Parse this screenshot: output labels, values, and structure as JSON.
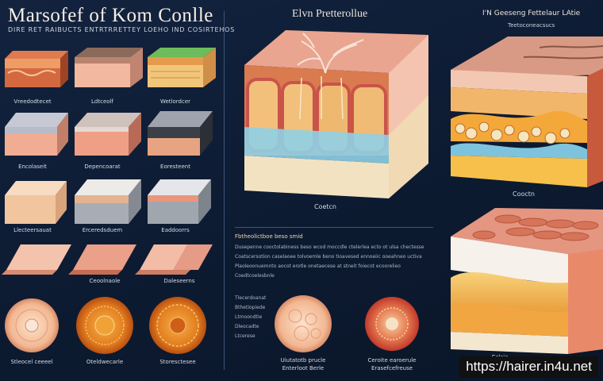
{
  "header": {
    "title": "Marsofef of Kom Conlle",
    "subtitle": "DIRE RET RAIBUCTS ENTRTRRETTEY LOEHO IND COSIRTEHOS"
  },
  "center_panel": {
    "title": "Elvn Pretterollue",
    "block_caption": "Coetcn",
    "text_heading": "Fbtheolictboe beso smid",
    "text_lines": [
      "Dusepenne cooctolabiness beso wcod moccdle ctelerlea ecto ot ulsa chectesse",
      "Coatscersotion caselaoee tolvoemle beno tioavesed ennoeiic ooeahneo uctiva",
      "Plaoleoonuemnto aocot erotle onetaecese at stneit foiecot ecoorelieo",
      "Coedtcoelesbnle"
    ],
    "side_lines": [
      "Tlecerdoanat",
      "Bthetiopiede",
      "Ltmoondtie",
      "Dleocadte",
      "Ltcerese"
    ],
    "circle_captions": [
      {
        "line1": "Uiutatotb prucle",
        "line2": "Enterloot Berle"
      },
      {
        "line1": "Ceroite earoerule",
        "line2": "Erasefcefreuse"
      }
    ]
  },
  "right_panel": {
    "title": "I'N Geeseng Fettelaur LAtie",
    "subtitle": "Teetoconeacsucs",
    "top_caption": "Cooctn",
    "bottom_caption": "Celsie"
  },
  "left_panel": {
    "block_labels": [
      [
        "Vreedodtecet",
        "Ldtceolf",
        "Wetlordcer"
      ],
      [
        "Encolaseit",
        "Depencoarat",
        "Eoresteent"
      ],
      [
        "Llecteersauat",
        "Erceredsduem",
        "Eaddoorrs"
      ]
    ],
    "strip_labels": [
      "Ceoolnaole",
      "Daleseerns"
    ],
    "circle_labels": [
      "Stleocel ceeeel",
      "Oteldwecarle",
      "Storesctesee"
    ]
  },
  "watermark": "https://hairer.in4u.net",
  "colors": {
    "background": "#0e1c33",
    "skin_pink": "#e9a590",
    "fat_yellow": "#f2c46b",
    "muscle_red": "#c9544a",
    "cream": "#f3e2c2"
  }
}
